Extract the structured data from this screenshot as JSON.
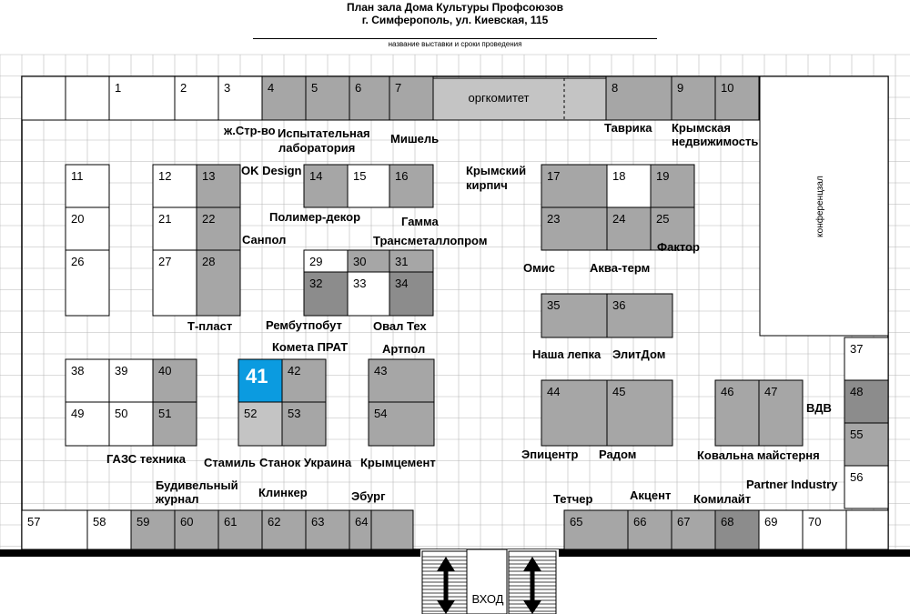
{
  "header": {
    "title": "План зала Дома Культуры Профсоюзов",
    "address": "г. Симферополь, ул. Киевская, 115",
    "caption": "название выставки и сроки проведения"
  },
  "colors": {
    "occupied": "#a6a6a6",
    "dark": "#8c8c8c",
    "light": "#c4c4c4",
    "highlight": "#0b9be0",
    "free": "#ffffff",
    "grid": "#b8b8b8"
  },
  "booths": [
    {
      "id": "",
      "s": "f"
    },
    {
      "id": "",
      "s": "f"
    },
    {
      "id": "1",
      "s": "f"
    },
    {
      "id": "2",
      "s": "f"
    },
    {
      "id": "3",
      "s": "f"
    },
    {
      "id": "4",
      "s": "o"
    },
    {
      "id": "5",
      "s": "o"
    },
    {
      "id": "6",
      "s": "o"
    },
    {
      "id": "7",
      "s": "o"
    },
    {
      "id": "8",
      "s": "o"
    },
    {
      "id": "9",
      "s": "o"
    },
    {
      "id": "10",
      "s": "o"
    },
    {
      "id": "11",
      "s": "f"
    },
    {
      "id": "20",
      "s": "f"
    },
    {
      "id": "26",
      "s": "f"
    },
    {
      "id": "12",
      "s": "f"
    },
    {
      "id": "21",
      "s": "f"
    },
    {
      "id": "27",
      "s": "f"
    },
    {
      "id": "13",
      "s": "o"
    },
    {
      "id": "22",
      "s": "o"
    },
    {
      "id": "28",
      "s": "o"
    },
    {
      "id": "14",
      "s": "o"
    },
    {
      "id": "15",
      "s": "f"
    },
    {
      "id": "16",
      "s": "o"
    },
    {
      "id": "29",
      "s": "f"
    },
    {
      "id": "30",
      "s": "o"
    },
    {
      "id": "31",
      "s": "o"
    },
    {
      "id": "32",
      "s": "d"
    },
    {
      "id": "33",
      "s": "f"
    },
    {
      "id": "34",
      "s": "d"
    },
    {
      "id": "17",
      "s": "o"
    },
    {
      "id": "18",
      "s": "f"
    },
    {
      "id": "19",
      "s": "o"
    },
    {
      "id": "23",
      "s": "o"
    },
    {
      "id": "24",
      "s": "o"
    },
    {
      "id": "25",
      "s": "o"
    },
    {
      "id": "35",
      "s": "o"
    },
    {
      "id": "36",
      "s": "o"
    },
    {
      "id": "38",
      "s": "f"
    },
    {
      "id": "39",
      "s": "f"
    },
    {
      "id": "40",
      "s": "o"
    },
    {
      "id": "49",
      "s": "f"
    },
    {
      "id": "50",
      "s": "f"
    },
    {
      "id": "51",
      "s": "o"
    },
    {
      "id": "41",
      "s": "h"
    },
    {
      "id": "42",
      "s": "o"
    },
    {
      "id": "52",
      "s": "l"
    },
    {
      "id": "53",
      "s": "o"
    },
    {
      "id": "43",
      "s": "o"
    },
    {
      "id": "54",
      "s": "o"
    },
    {
      "id": "44",
      "s": "o"
    },
    {
      "id": "45",
      "s": "o"
    },
    {
      "id": "46",
      "s": "o"
    },
    {
      "id": "47",
      "s": "o"
    },
    {
      "id": "37",
      "s": "f"
    },
    {
      "id": "48",
      "s": "d"
    },
    {
      "id": "55",
      "s": "o"
    },
    {
      "id": "56",
      "s": "f"
    },
    {
      "id": "57",
      "s": "f"
    },
    {
      "id": "58",
      "s": "f"
    },
    {
      "id": "59",
      "s": "o"
    },
    {
      "id": "60",
      "s": "o"
    },
    {
      "id": "61",
      "s": "o"
    },
    {
      "id": "62",
      "s": "o"
    },
    {
      "id": "63",
      "s": "o"
    },
    {
      "id": "64",
      "s": "o"
    },
    {
      "id": "",
      "s": "o"
    },
    {
      "id": "65",
      "s": "o"
    },
    {
      "id": "66",
      "s": "o"
    },
    {
      "id": "67",
      "s": "o"
    },
    {
      "id": "68",
      "s": "d"
    },
    {
      "id": "69",
      "s": "f"
    },
    {
      "id": "70",
      "s": "f"
    },
    {
      "id": "",
      "s": "f"
    }
  ],
  "rooms": {
    "orgcommittee": "оргкомитет",
    "conference": "конференцзал",
    "entrance": "ВХОД"
  },
  "exhibitors": [
    "ж.Стр-во",
    "Испытательная",
    "лаборатория",
    "Мишель",
    "Таврика",
    "Крымская",
    "недвижимость",
    "OK Design",
    "Крымский",
    "кирпич",
    "Полимер-декор",
    "Гамма",
    "Санпол",
    "Трансметаллопром",
    "Омис",
    "Аква-терм",
    "Фактор",
    "Т-пласт",
    "Рембутпобут",
    "Овал Тех",
    "Комета ПРАТ",
    "Артпол",
    "Наша лепка",
    "ЭлитДом",
    "ВДВ",
    "ГАЗС техника",
    "Стамиль",
    "Станок Украина",
    "Крымцемент",
    "Эпицентр",
    "Радом",
    "Ковальна майстерня",
    "Partner Industry",
    "Будивельный",
    "журнал",
    "Клинкер",
    "Эбург",
    "Тетчер",
    "Акцент",
    "Комилайт"
  ]
}
